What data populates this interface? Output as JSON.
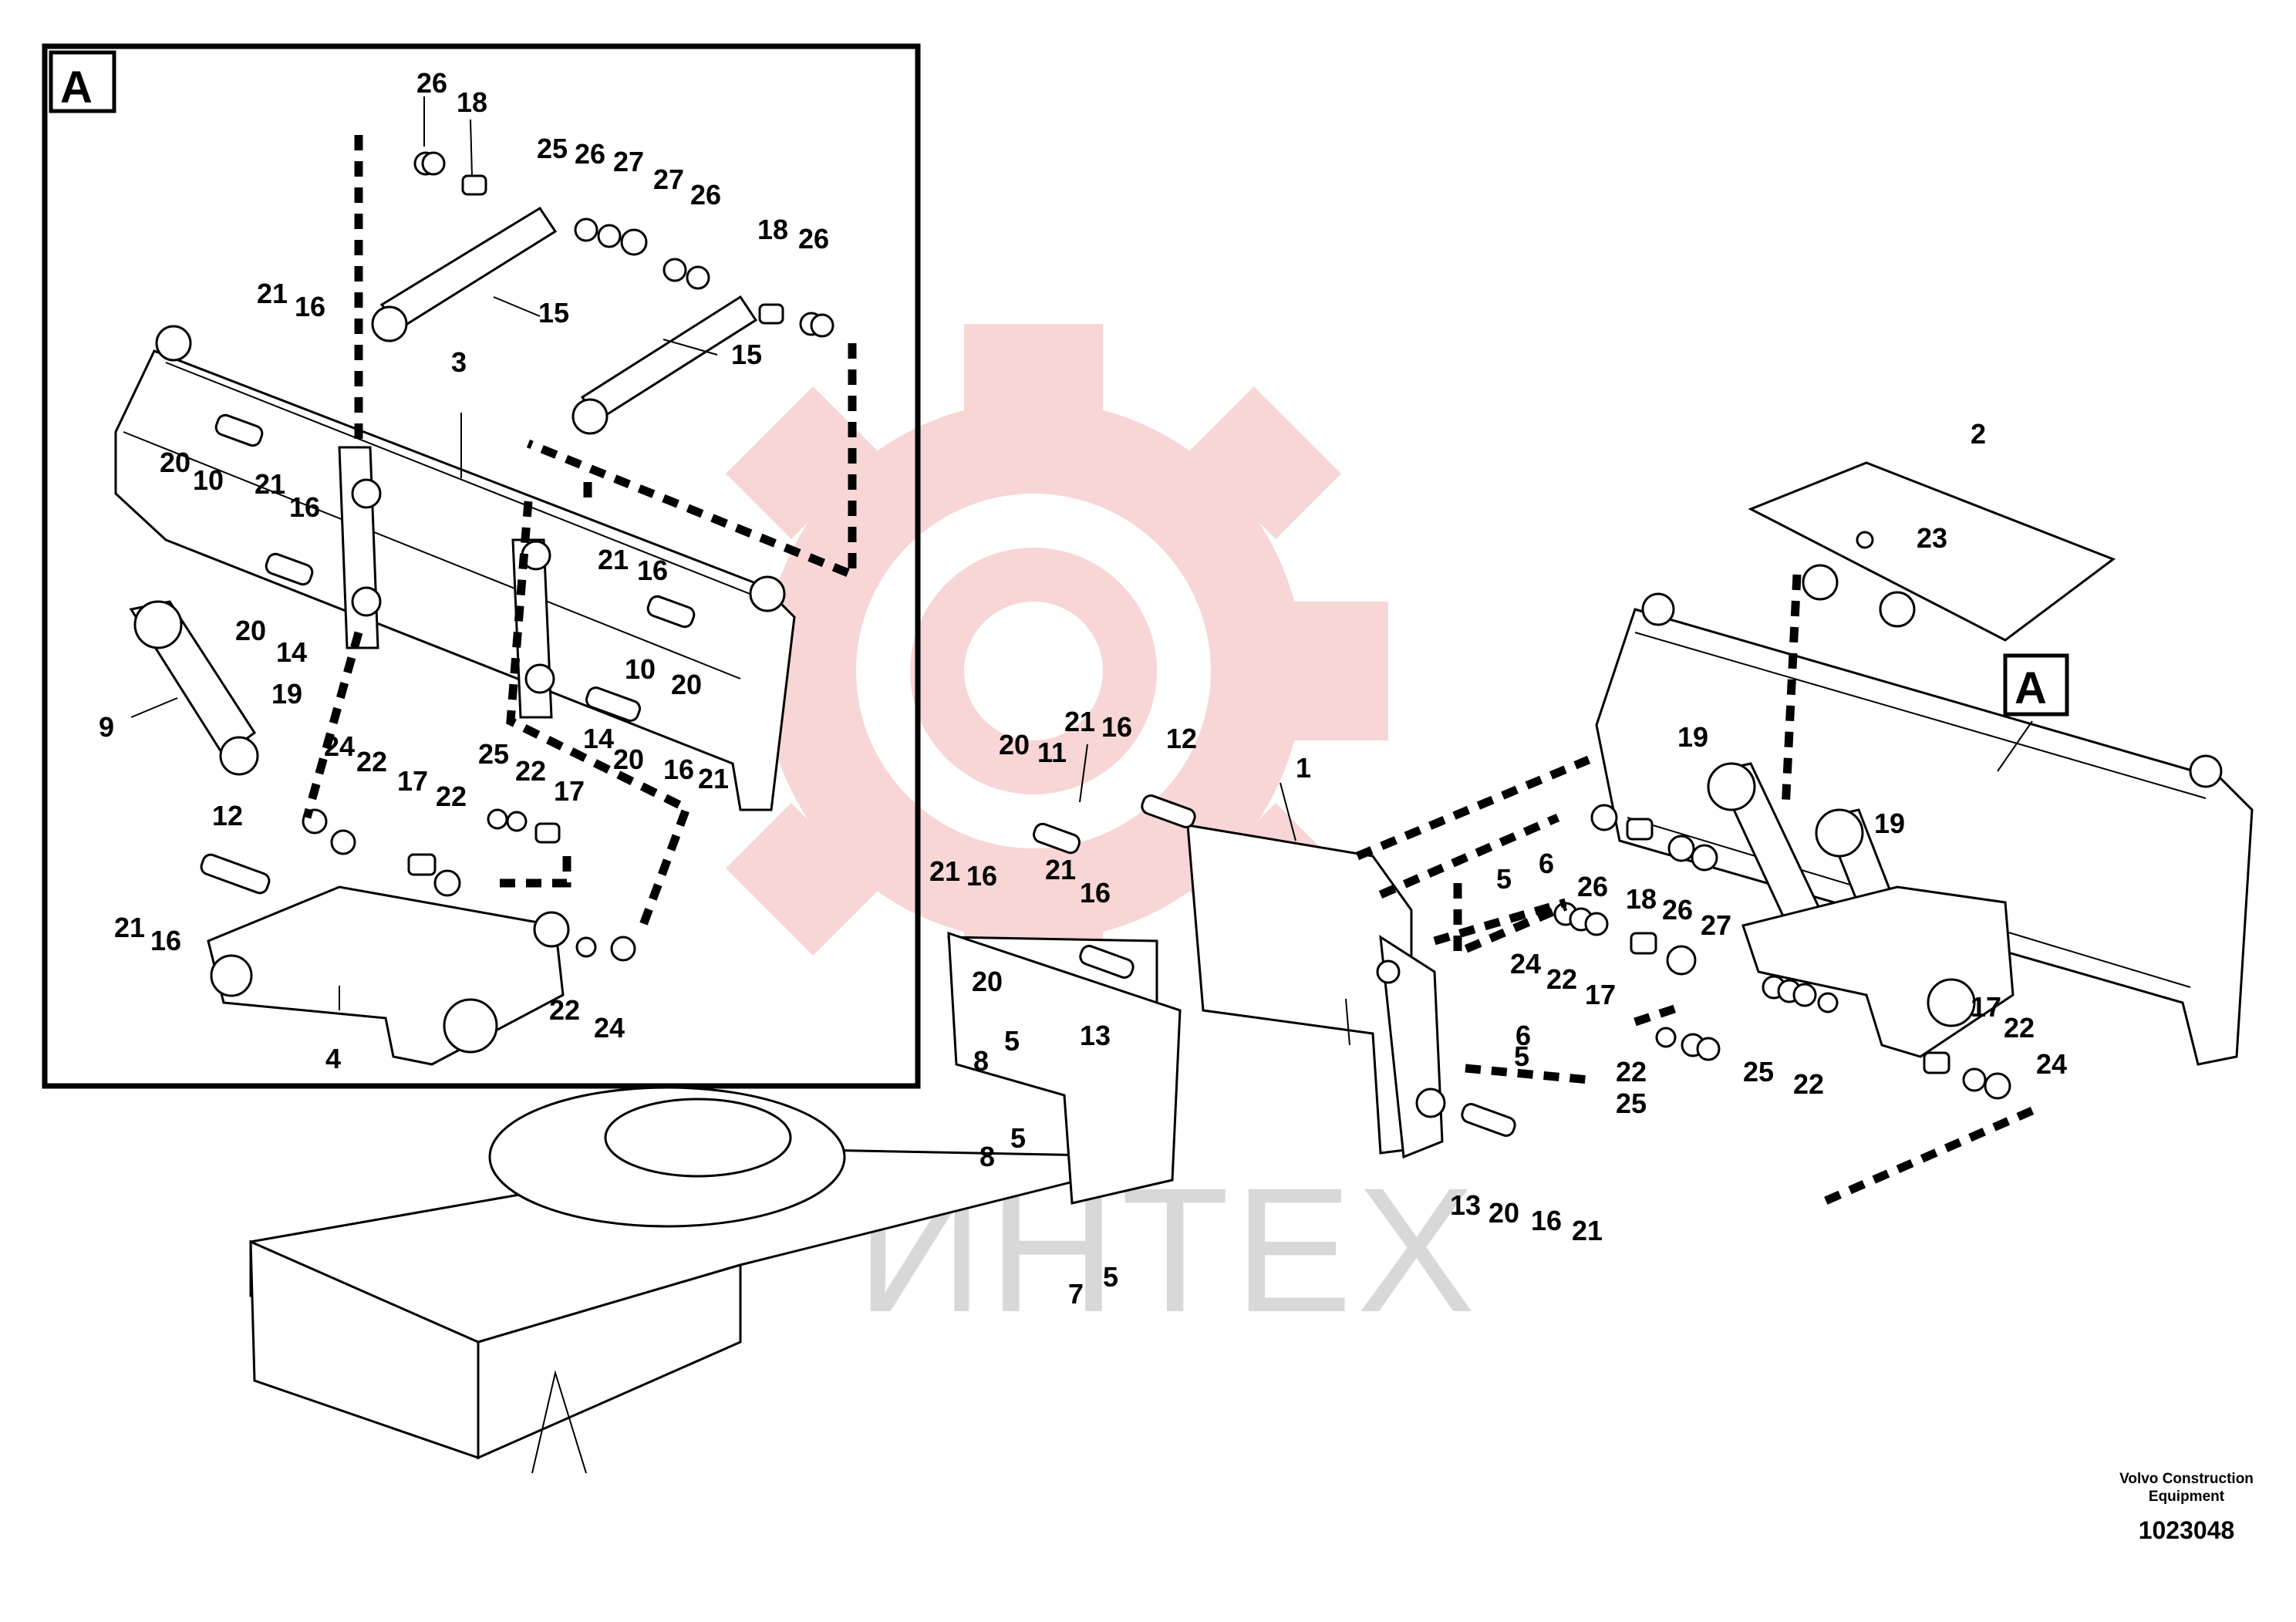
{
  "detail": {
    "tag": "A"
  },
  "main_tag": "A",
  "watermark": {
    "text": "ИНТЕХ"
  },
  "credit": {
    "line1": "Volvo Construction",
    "line2": "Equipment",
    "drawing_number": "1023048"
  },
  "callouts_detail": [
    "26",
    "18",
    "25",
    "26",
    "27",
    "27",
    "26",
    "18",
    "26",
    "15",
    "15",
    "21",
    "16",
    "3",
    "20",
    "10",
    "21",
    "16",
    "21",
    "16",
    "20",
    "14",
    "10",
    "20",
    "9",
    "19",
    "14",
    "20",
    "16",
    "21",
    "24",
    "22",
    "17",
    "22",
    "25",
    "22",
    "17",
    "12",
    "21",
    "16",
    "22",
    "24",
    "4"
  ],
  "callouts_main": [
    "2",
    "23",
    "19",
    "19",
    "20",
    "21",
    "16",
    "12",
    "11",
    "1",
    "21",
    "16",
    "21",
    "16",
    "6",
    "5",
    "26",
    "18",
    "26",
    "27",
    "24",
    "22",
    "17",
    "20",
    "13",
    "6",
    "5",
    "8",
    "5",
    "8",
    "5",
    "7",
    "5",
    "13",
    "20",
    "16",
    "21",
    "25",
    "22",
    "17",
    "22",
    "24",
    "22",
    "25"
  ]
}
